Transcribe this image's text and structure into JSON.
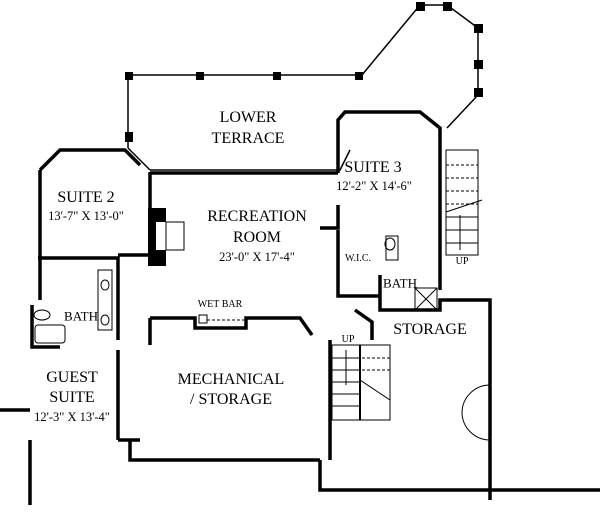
{
  "rooms": {
    "lower_terrace": {
      "line1": "LOWER",
      "line2": "TERRACE"
    },
    "suite2": {
      "name": "SUITE 2",
      "dims": "13'-7\" X 13'-0\""
    },
    "recreation": {
      "line1": "RECREATION",
      "line2": "ROOM",
      "dims": "23'-0\" X 17'-4\""
    },
    "suite3": {
      "name": "SUITE 3",
      "dims": "12'-2\" X 14'-6\""
    },
    "wic": "W.I.C.",
    "bath3": "BATH",
    "bath2": "BATH",
    "storage": "STORAGE",
    "wet_bar": "WET BAR",
    "mechanical": {
      "line1": "MECHANICAL",
      "line2": "/ STORAGE"
    },
    "guest": {
      "line1": "GUEST",
      "line2": "SUITE",
      "dims": "12'-3\" X 13'-4\""
    }
  },
  "stairs": {
    "up_right": "UP",
    "up_lower": "UP"
  },
  "colors": {
    "wall": "#000000",
    "background": "#ffffff"
  }
}
